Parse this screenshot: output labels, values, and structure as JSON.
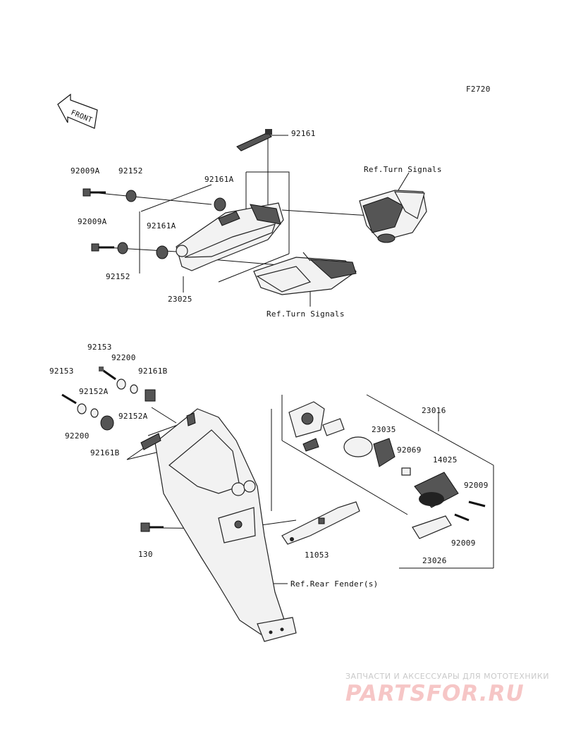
{
  "figure_code": "F2720",
  "front_label": "FRONT",
  "labels": {
    "p92161_top": "92161",
    "p92009A_1": "92009A",
    "p92152_1": "92152",
    "p92161A_1": "92161A",
    "p92009A_2": "92009A",
    "p92161A_2": "92161A",
    "p92152_2": "92152",
    "p23025": "23025",
    "ref_turn_1": "Ref.Turn Signals",
    "ref_turn_2": "Ref.Turn Signals",
    "p92153_1": "92153",
    "p92200_1": "92200",
    "p92161B_1": "92161B",
    "p92153_2": "92153",
    "p92152A_1": "92152A",
    "p92152A_2": "92152A",
    "p92200_2": "92200",
    "p92161B_2": "92161B",
    "p130": "130",
    "p23016": "23016",
    "p23035": "23035",
    "p92069": "92069",
    "p14025": "14025",
    "p92009_1": "92009",
    "p92009_2": "92009",
    "p23026": "23026",
    "p11053": "11053",
    "ref_rear_fender": "Ref.Rear Fender(s)"
  },
  "watermark": {
    "tagline": "ЗАПЧАСТИ И АКСЕССУАРЫ ДЛЯ МОТОТЕХНИКИ",
    "logo": "PARTSFOR.RU"
  }
}
